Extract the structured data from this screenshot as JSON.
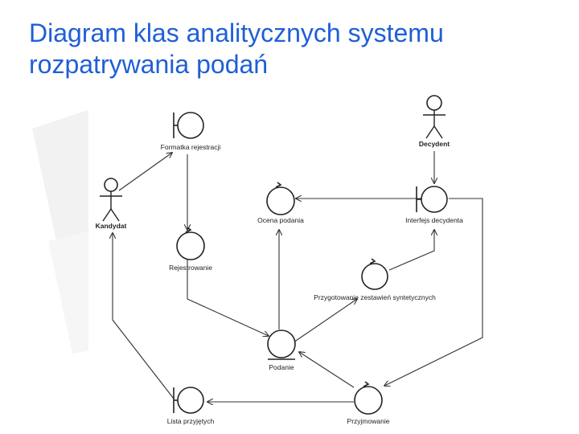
{
  "slide": {
    "title_lines": [
      "Diagram klas analitycznych systemu",
      "rozpatrywania podań"
    ]
  },
  "diagram": {
    "nodes": {
      "formatka": {
        "label": "Formatka rejestracji",
        "stereotype": "boundary"
      },
      "kandydat": {
        "label": "Kandydat",
        "stereotype": "actor"
      },
      "decydent": {
        "label": "Decydent",
        "stereotype": "actor"
      },
      "ocena": {
        "label": "Ocena podania",
        "stereotype": "control"
      },
      "interfejs": {
        "label": "Interfejs decydenta",
        "stereotype": "boundary"
      },
      "rejestrowanie": {
        "label": "Rejestrowanie",
        "stereotype": "control"
      },
      "przygotowanie": {
        "label": "Przygotowanie zestawień syntetycznych",
        "stereotype": "control"
      },
      "podanie": {
        "label": "Podanie",
        "stereotype": "entity"
      },
      "lista": {
        "label": "Lista przyjętych",
        "stereotype": "boundary"
      },
      "przyjmowanie": {
        "label": "Przyjmowanie",
        "stereotype": "control"
      }
    }
  },
  "colors": {
    "title": "#1f5fd6",
    "lines": "#333333"
  }
}
